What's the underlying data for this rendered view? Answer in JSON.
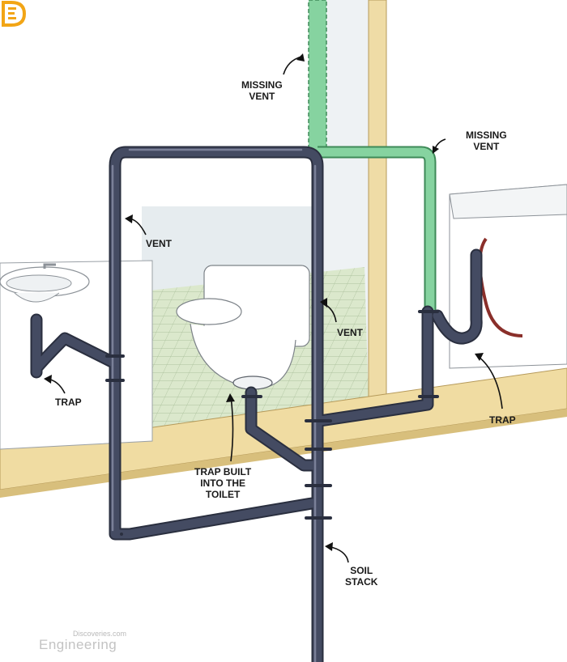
{
  "labels": {
    "missing_vent_top": [
      "MISSING",
      "VENT"
    ],
    "missing_vent_right": [
      "MISSING",
      "VENT"
    ],
    "vent_left": "VENT",
    "vent_center": "VENT",
    "trap_left": "TRAP",
    "trap_right": "TRAP",
    "trap_toilet": [
      "TRAP BUILT",
      "INTO THE",
      "TOILET"
    ],
    "soil_stack": [
      "SOIL",
      "STACK"
    ]
  },
  "logo": {
    "site": "Discoveries.com",
    "brand": "Engineering"
  },
  "colors": {
    "pipe": "#3c4257",
    "pipe_highlight": "#6d7388",
    "missing_vent": "#7fd09a",
    "floor": "#ecd9a0",
    "wall": "#e4e9ec",
    "tile": "#d9e7c9",
    "logo": "#f2a516"
  }
}
